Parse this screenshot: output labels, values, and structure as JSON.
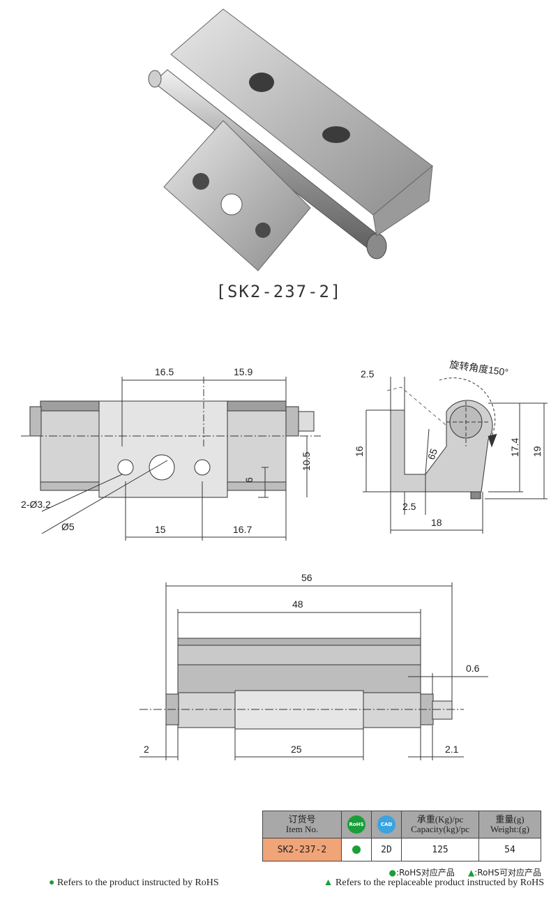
{
  "product": {
    "model_caption": "[SK2-237-2]"
  },
  "rotation_label": "旋转角度150°",
  "front_view": {
    "dims": [
      "16.5",
      "15.9",
      "10.5",
      "6",
      "2-Ø3.2",
      "Ø5",
      "15",
      "16.7"
    ]
  },
  "side_view": {
    "dims": [
      "2.5",
      "16",
      "65",
      "17.4",
      "19",
      "2.5",
      "18"
    ]
  },
  "top_view": {
    "dims": [
      "56",
      "48",
      "0.6",
      "2",
      "25",
      "2.1"
    ]
  },
  "spec_table": {
    "headers": {
      "item_cn": "订货号",
      "item_en": "Item No.",
      "rohs_icon": "RoHS",
      "cad_icon": "CAD",
      "capacity_cn": "承重(Kg)/pc",
      "capacity_en": "Capacity(kg)/pc",
      "weight_cn": "重量(g)",
      "weight_en": "Weight:(g)"
    },
    "row": {
      "item": "SK2-237-2",
      "cad": "2D",
      "capacity": "125",
      "weight": "54"
    },
    "colors": {
      "header_bg": "#a8a8a8",
      "item_bg": "#f0a478",
      "rohs_green": "#1a9e3a",
      "cad_blue": "#3aa3e0"
    }
  },
  "legend": {
    "cn_rohs": ":RoHS对应产品",
    "cn_replaceable": ":RoHS可对应产品",
    "en_rohs": "Refers to the product instructed by RoHS",
    "en_replaceable": "Refers to the replaceable product instructed by RoHS"
  }
}
